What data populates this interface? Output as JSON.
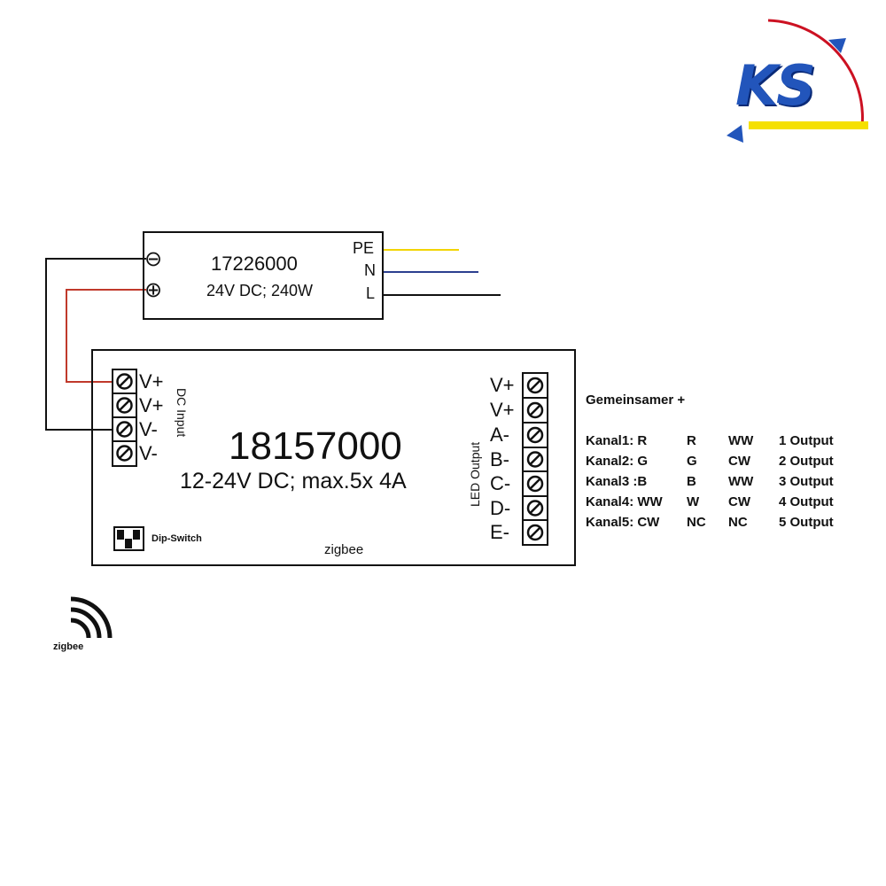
{
  "logo": {
    "text": "KS"
  },
  "power_supply": {
    "model": "17226000",
    "rating": "24V DC; 240W",
    "minus_symbol": "⊖",
    "plus_symbol": "⊕",
    "pins": [
      "PE",
      "N",
      "L"
    ]
  },
  "controller": {
    "model": "18157000",
    "spec": "12-24V DC; max.5x 4A",
    "dc_input_label": "DC Input",
    "input_terminals": [
      "V+",
      "V+",
      "V-",
      "V-"
    ],
    "led_output_label": "LED Output",
    "output_terminals": [
      "V+",
      "V+",
      "A-",
      "B-",
      "C-",
      "D-",
      "E-"
    ],
    "dip_switch_label": "Dip-Switch",
    "zigbee_label": "zigbee"
  },
  "wireless": {
    "label": "zigbee"
  },
  "table": {
    "title": "Gemeinsamer +",
    "rows": [
      [
        "Kanal1: R",
        "R",
        "WW",
        "1 Output"
      ],
      [
        "Kanal2: G",
        "G",
        "CW",
        "2 Output"
      ],
      [
        "Kanal3 :B",
        "B",
        "WW",
        "3 Output"
      ],
      [
        "Kanal4: WW",
        "W",
        "CW",
        "4 Output"
      ],
      [
        "Kanal5: CW",
        "NC",
        "NC",
        "5 Output"
      ]
    ]
  },
  "colors": {
    "wire_pe": "#f2d400",
    "wire_n": "#2c3f8f",
    "wire_l": "#111111",
    "wire_positive": "#c0392b",
    "wire_negative": "#111111",
    "logo_blue": "#2255bb",
    "logo_red": "#cc1122",
    "logo_yellow": "#f5e000"
  }
}
